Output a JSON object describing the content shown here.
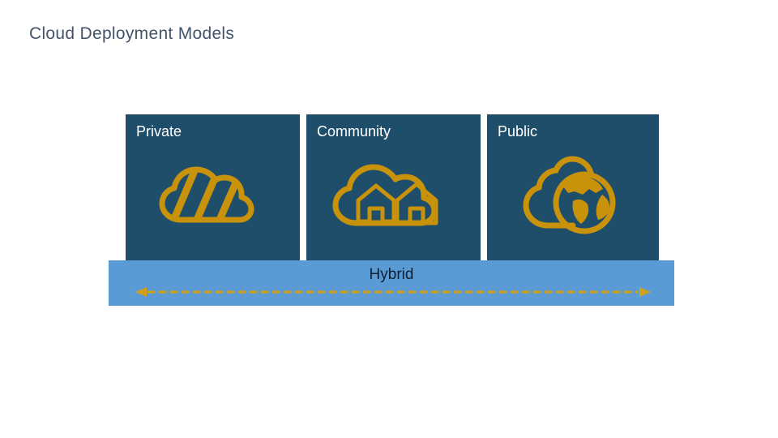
{
  "slide": {
    "title": "Cloud Deployment Models"
  },
  "deployment_models": [
    {
      "label": "Private",
      "icon": "private-striped-cloud-icon"
    },
    {
      "label": "Community",
      "icon": "community-houses-cloud-icon"
    },
    {
      "label": "Public",
      "icon": "public-globe-cloud-icon"
    }
  ],
  "hybrid_bar": {
    "label": "Hybrid",
    "arrow": "double-headed-dashed-arrow-icon"
  },
  "colors": {
    "background": "#FFFFFF",
    "title_text": "#44546A",
    "box_fill": "#1F4E6B",
    "box_label_text": "#FFFFFF",
    "icon_gold": "#C8920B",
    "bar_fill": "#5B9BD5",
    "bar_label_text": "#0B1F33",
    "arrow_gold": "#D0A117"
  }
}
